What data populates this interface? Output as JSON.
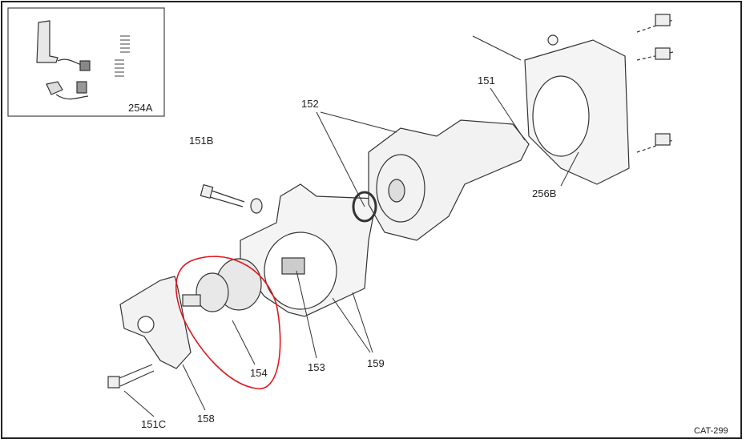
{
  "diagram": {
    "inset_label": "254A",
    "labels": {
      "p151B": "151B",
      "p152": "152",
      "p151": "151",
      "p256B": "256B",
      "p153": "153",
      "p154": "154",
      "p159": "159",
      "p151C": "151C",
      "p158": "158"
    },
    "catalog_code": "CAT-299",
    "highlight_color": "#e0181e"
  }
}
